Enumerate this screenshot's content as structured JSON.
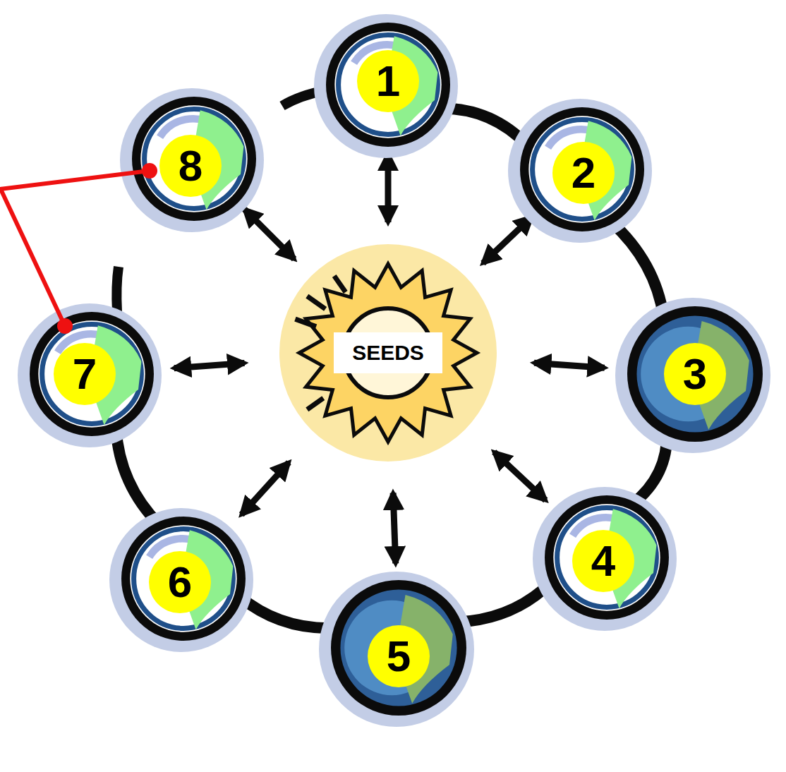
{
  "diagram": {
    "nodes": [
      {
        "text": [
          "SEEDS"
        ]
      },
      {
        "text": [
          "1"
        ]
      },
      {
        "text": [
          "2"
        ]
      },
      {
        "text": [
          "3"
        ]
      },
      {
        "text": [
          "4"
        ]
      },
      {
        "text": [
          "5"
        ]
      },
      {
        "text": [
          "6"
        ]
      },
      {
        "text": [
          "7"
        ]
      },
      {
        "text": [
          "8"
        ]
      }
    ],
    "edges": [
      {
        "from": 0,
        "to": 1,
        "arrow": "both"
      },
      {
        "from": 0,
        "to": 2,
        "arrow": "both"
      },
      {
        "from": 0,
        "to": 3,
        "arrow": "both"
      },
      {
        "from": 0,
        "to": 4,
        "arrow": "both"
      },
      {
        "from": 0,
        "to": 5,
        "arrow": "both"
      },
      {
        "from": 0,
        "to": 6,
        "arrow": "both"
      },
      {
        "from": 0,
        "to": 7,
        "arrow": "both"
      },
      {
        "from": 0,
        "to": 8,
        "arrow": "both"
      },
      {
        "from": 1,
        "to": 2,
        "arrow": "none"
      },
      {
        "from": 2,
        "to": 3,
        "arrow": "none"
      },
      {
        "from": 3,
        "to": 4,
        "arrow": "none"
      },
      {
        "from": 4,
        "to": 5,
        "arrow": "none"
      },
      {
        "from": 5,
        "to": 6,
        "arrow": "none"
      },
      {
        "from": 6,
        "to": 7,
        "arrow": "none"
      }
    ]
  }
}
